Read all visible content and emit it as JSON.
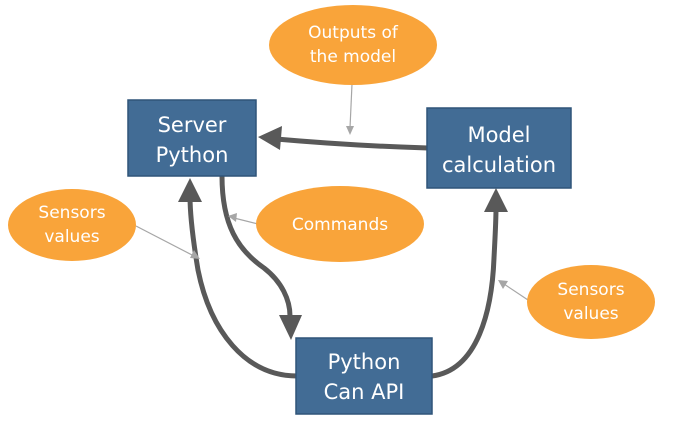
{
  "nodes": {
    "server": {
      "line1": "Server",
      "line2": "Python"
    },
    "model": {
      "line1": "Model",
      "line2": "calculation"
    },
    "can": {
      "line1": "Python",
      "line2": "Can API"
    }
  },
  "callouts": {
    "outputs": {
      "line1": "Outputs of",
      "line2": "the model"
    },
    "commands": {
      "line1": "Commands"
    },
    "sensors_left": {
      "line1": "Sensors",
      "line2": "values"
    },
    "sensors_right": {
      "line1": "Sensors",
      "line2": "values"
    }
  },
  "colors": {
    "box_fill": "#426c95",
    "bubble_fill": "#f9a43a",
    "arrow": "#595959"
  }
}
